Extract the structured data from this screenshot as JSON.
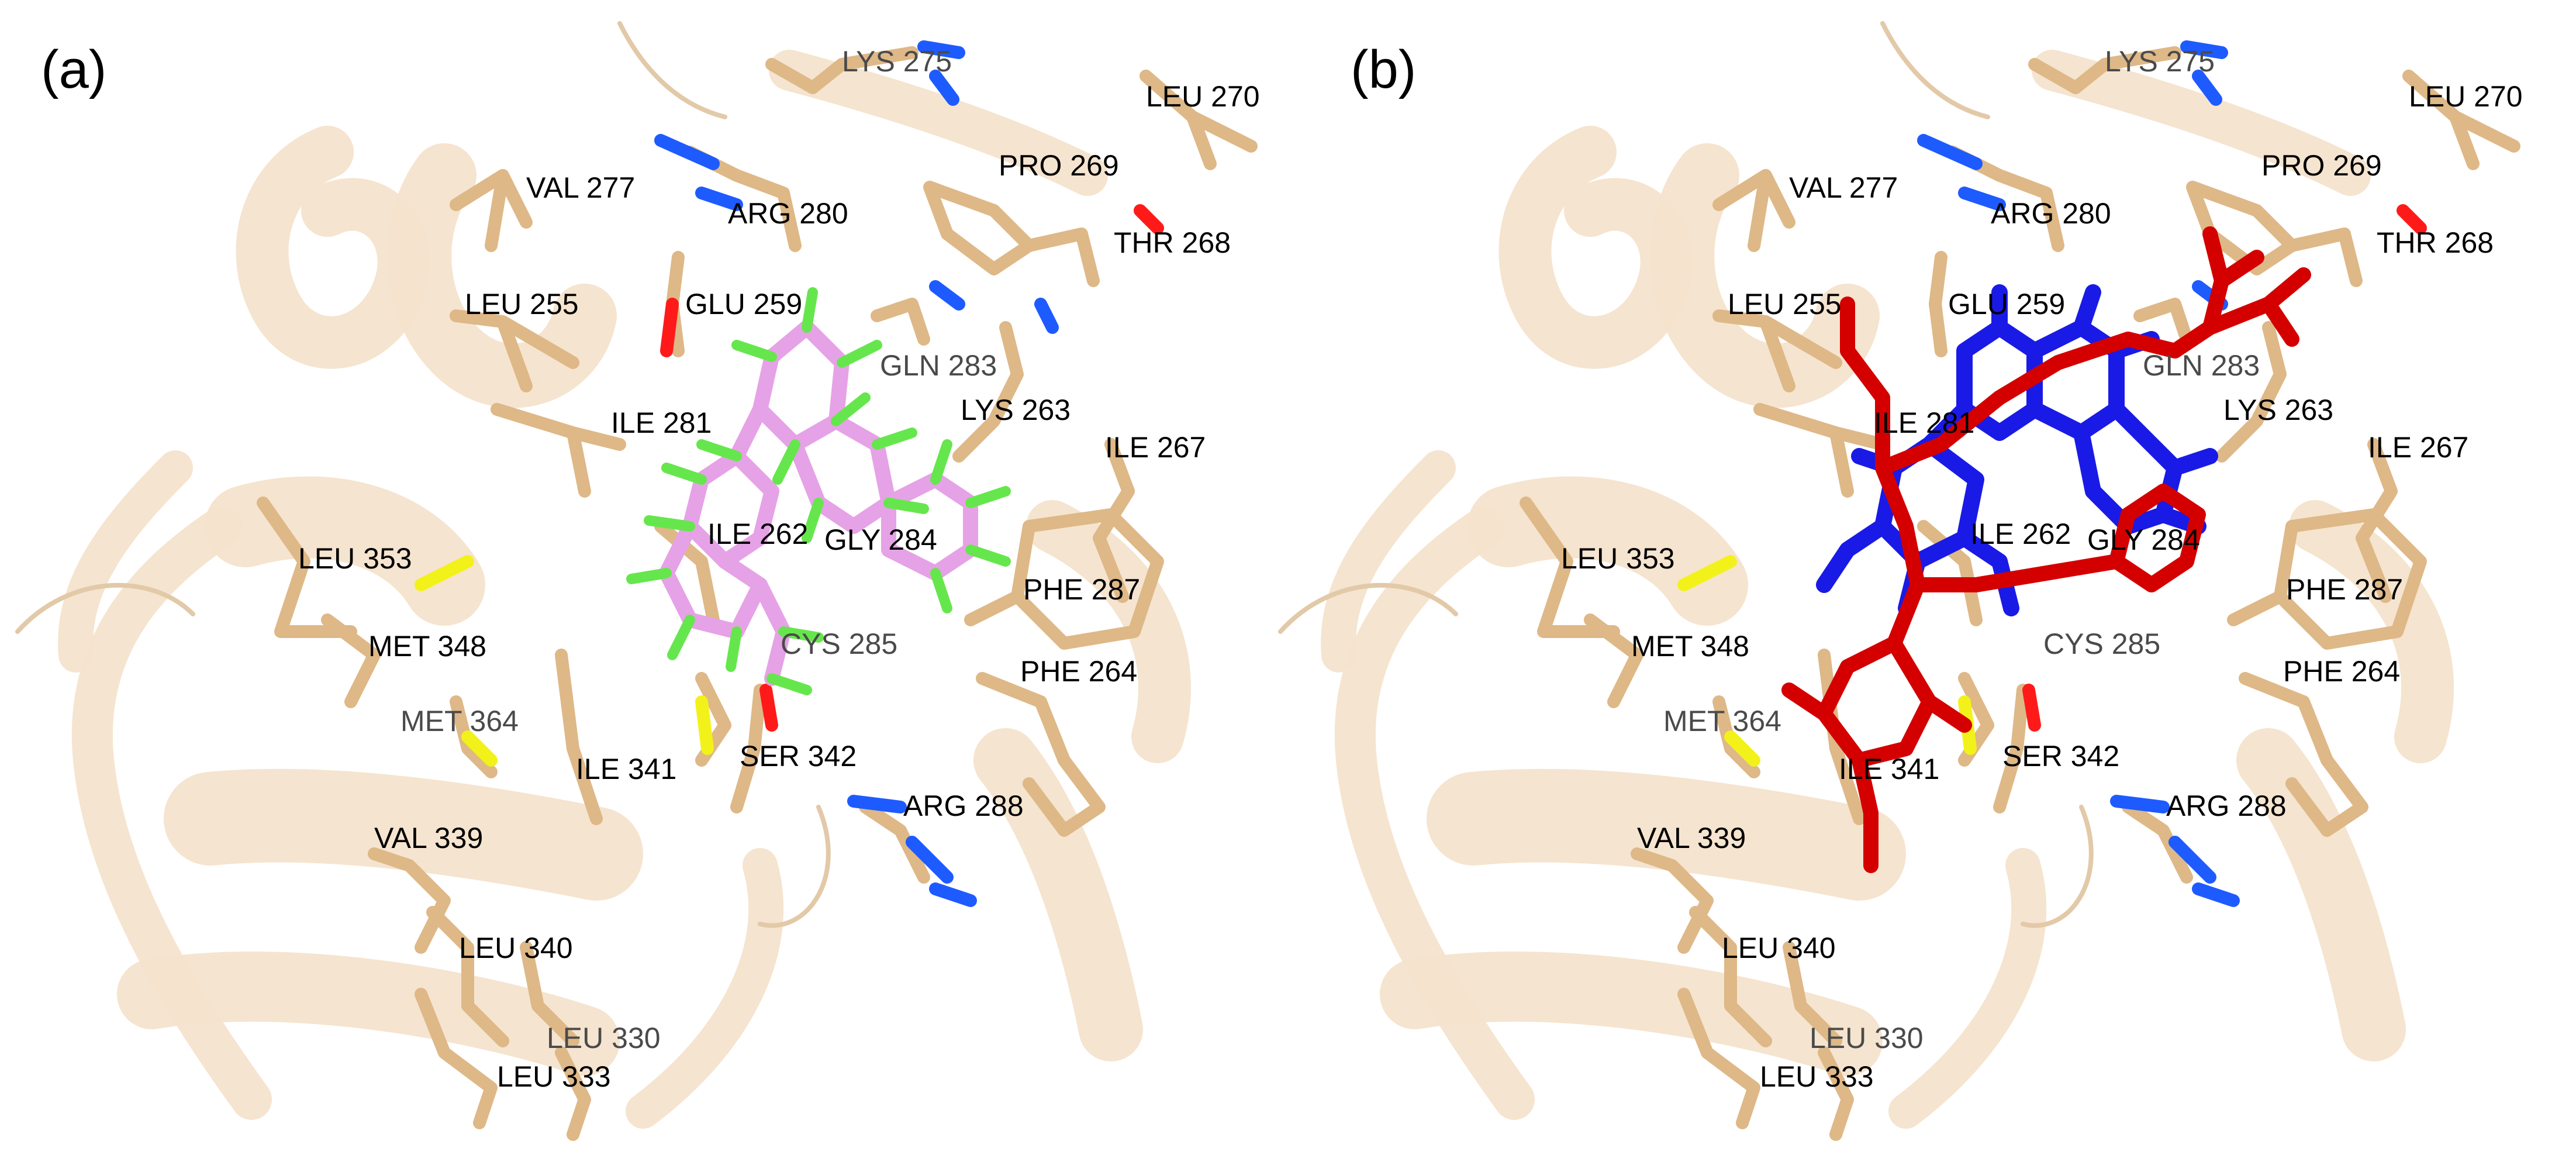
{
  "panels": [
    {
      "id": "a",
      "label": "(a)",
      "residues": [
        {
          "id": "lys275",
          "text": "LYS 275",
          "dim": true
        },
        {
          "id": "leu270",
          "text": "LEU 270"
        },
        {
          "id": "val277",
          "text": "VAL 277"
        },
        {
          "id": "pro269",
          "text": "PRO 269"
        },
        {
          "id": "arg280",
          "text": "ARG 280"
        },
        {
          "id": "thr268",
          "text": "THR 268"
        },
        {
          "id": "leu255",
          "text": "LEU 255"
        },
        {
          "id": "glu259",
          "text": "GLU 259"
        },
        {
          "id": "gln283",
          "text": "GLN 283",
          "dim": true
        },
        {
          "id": "lys263",
          "text": "LYS 263"
        },
        {
          "id": "ile281",
          "text": "ILE 281"
        },
        {
          "id": "ile267",
          "text": "ILE 267"
        },
        {
          "id": "leu353",
          "text": "LEU 353"
        },
        {
          "id": "ile262",
          "text": "ILE 262"
        },
        {
          "id": "gly284",
          "text": "GLY 284"
        },
        {
          "id": "phe287",
          "text": "PHE 287"
        },
        {
          "id": "met348",
          "text": "MET 348"
        },
        {
          "id": "cys285",
          "text": "CYS 285",
          "dim": true
        },
        {
          "id": "phe264",
          "text": "PHE 264"
        },
        {
          "id": "met364",
          "text": "MET 364",
          "dim": true
        },
        {
          "id": "ile341",
          "text": "ILE 341"
        },
        {
          "id": "ser342",
          "text": "SER 342"
        },
        {
          "id": "arg288",
          "text": "ARG 288"
        },
        {
          "id": "val339",
          "text": "VAL 339"
        },
        {
          "id": "leu340",
          "text": "LEU 340"
        },
        {
          "id": "leu330",
          "text": "LEU 330",
          "dim": true
        },
        {
          "id": "leu333",
          "text": "LEU 333"
        }
      ]
    },
    {
      "id": "b",
      "label": "(b)",
      "residues": [
        {
          "id": "lys275",
          "text": "LYS 275",
          "dim": true
        },
        {
          "id": "leu270",
          "text": "LEU 270"
        },
        {
          "id": "val277",
          "text": "VAL 277"
        },
        {
          "id": "pro269",
          "text": "PRO 269"
        },
        {
          "id": "arg280",
          "text": "ARG 280"
        },
        {
          "id": "thr268",
          "text": "THR 268"
        },
        {
          "id": "leu255",
          "text": "LEU 255"
        },
        {
          "id": "glu259",
          "text": "GLU 259"
        },
        {
          "id": "gln283",
          "text": "GLN 283",
          "dim": true
        },
        {
          "id": "lys263",
          "text": "LYS 263"
        },
        {
          "id": "ile281",
          "text": "ILE 281"
        },
        {
          "id": "ile267",
          "text": "ILE 267"
        },
        {
          "id": "leu353",
          "text": "LEU 353"
        },
        {
          "id": "ile262",
          "text": "ILE 262"
        },
        {
          "id": "gly284",
          "text": "GLY 284"
        },
        {
          "id": "phe287",
          "text": "PHE 287"
        },
        {
          "id": "met348",
          "text": "MET 348"
        },
        {
          "id": "cys285",
          "text": "CYS 285",
          "dim": true
        },
        {
          "id": "phe264",
          "text": "PHE 264"
        },
        {
          "id": "met364",
          "text": "MET 364",
          "dim": true
        },
        {
          "id": "ile341",
          "text": "ILE 341"
        },
        {
          "id": "ser342",
          "text": "SER 342"
        },
        {
          "id": "arg288",
          "text": "ARG 288"
        },
        {
          "id": "val339",
          "text": "VAL 339"
        },
        {
          "id": "leu340",
          "text": "LEU 340"
        },
        {
          "id": "leu330",
          "text": "LEU 330",
          "dim": true
        },
        {
          "id": "leu333",
          "text": "LEU 333"
        }
      ]
    }
  ],
  "colors": {
    "ribbon": "#f4e3cc",
    "carbon": "#deb887",
    "nitrogen": "#1e5bff",
    "oxygen": "#ff1a1a",
    "sulfur": "#f2f21a",
    "ligand_a": "#e6a2e6",
    "ligand_a_h": "#66e64d",
    "ligand_b_1": "#d40000",
    "ligand_b_2": "#1a1ae6"
  }
}
